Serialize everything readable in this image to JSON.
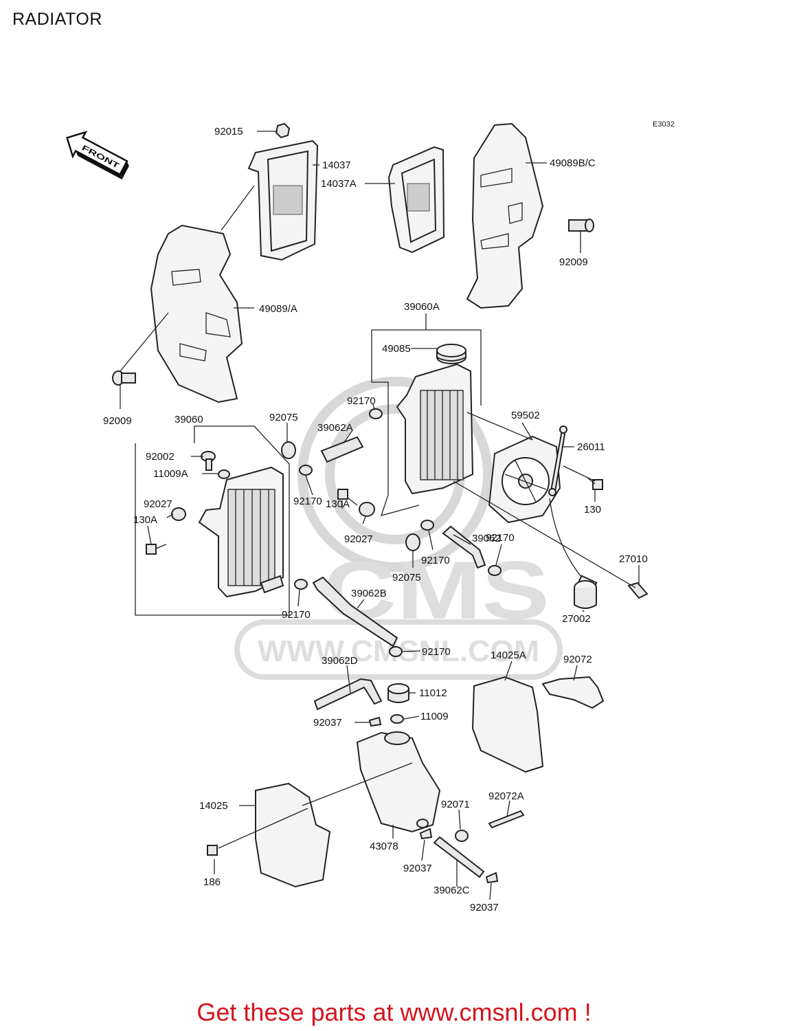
{
  "header": {
    "title": "RADIATOR",
    "diagram_code": "E3032"
  },
  "front_arrow": {
    "label": "FRONT",
    "icon": "front-arrow-icon"
  },
  "watermark": {
    "brand": "CMS",
    "url": "WWW.CMSNL.COM"
  },
  "footer": {
    "text": "Get these parts at www.cmsnl.com !",
    "color": "#d4141b"
  },
  "labels": [
    {
      "id": "92015",
      "text": "92015"
    },
    {
      "id": "14037",
      "text": "14037"
    },
    {
      "id": "14037A",
      "text": "14037A"
    },
    {
      "id": "49089BC",
      "text": "49089B/C"
    },
    {
      "id": "92009a",
      "text": "92009"
    },
    {
      "id": "49089A",
      "text": "49089/A"
    },
    {
      "id": "39060A",
      "text": "39060A"
    },
    {
      "id": "49085",
      "text": "49085"
    },
    {
      "id": "92009b",
      "text": "92009"
    },
    {
      "id": "39060",
      "text": "39060"
    },
    {
      "id": "92075a",
      "text": "92075"
    },
    {
      "id": "92170a",
      "text": "92170"
    },
    {
      "id": "39062A",
      "text": "39062A"
    },
    {
      "id": "59502",
      "text": "59502"
    },
    {
      "id": "26011",
      "text": "26011"
    },
    {
      "id": "92002",
      "text": "92002"
    },
    {
      "id": "11009A",
      "text": "11009A"
    },
    {
      "id": "92027a",
      "text": "92027"
    },
    {
      "id": "130Aa",
      "text": "130A"
    },
    {
      "id": "92170b",
      "text": "92170"
    },
    {
      "id": "130Ab",
      "text": "130A"
    },
    {
      "id": "92027b",
      "text": "92027"
    },
    {
      "id": "130",
      "text": "130"
    },
    {
      "id": "39062",
      "text": "39062"
    },
    {
      "id": "92170c",
      "text": "92170"
    },
    {
      "id": "92170d",
      "text": "92170"
    },
    {
      "id": "92075b",
      "text": "92075"
    },
    {
      "id": "27010",
      "text": "27010"
    },
    {
      "id": "39062B",
      "text": "39062B"
    },
    {
      "id": "92170e",
      "text": "92170"
    },
    {
      "id": "27002",
      "text": "27002"
    },
    {
      "id": "92170f",
      "text": "92170"
    },
    {
      "id": "14025A",
      "text": "14025A"
    },
    {
      "id": "92072",
      "text": "92072"
    },
    {
      "id": "39062D",
      "text": "39062D"
    },
    {
      "id": "11012",
      "text": "11012"
    },
    {
      "id": "92037a",
      "text": "92037"
    },
    {
      "id": "11009",
      "text": "11009"
    },
    {
      "id": "92072A",
      "text": "92072A"
    },
    {
      "id": "14025",
      "text": "14025"
    },
    {
      "id": "92071",
      "text": "92071"
    },
    {
      "id": "43078",
      "text": "43078"
    },
    {
      "id": "92037b",
      "text": "92037"
    },
    {
      "id": "186",
      "text": "186"
    },
    {
      "id": "39062C",
      "text": "39062C"
    },
    {
      "id": "92037c",
      "text": "92037"
    }
  ]
}
